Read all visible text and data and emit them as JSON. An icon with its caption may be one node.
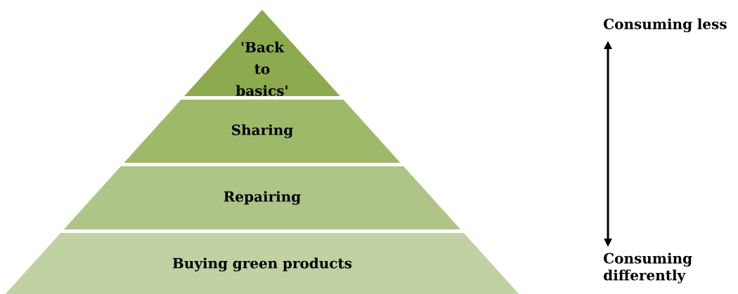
{
  "diagram": {
    "nodes": [
      {
        "text": [
          "'Back to basics'"
        ]
      },
      {
        "text": [
          "Sharing"
        ]
      },
      {
        "text": [
          "Repairing"
        ]
      },
      {
        "text": [
          "Buying green products"
        ]
      },
      {
        "text": [
          "Consuming less"
        ]
      },
      {
        "text": [
          "Consuming differently"
        ]
      }
    ],
    "edges": [
      {
        "from": 4,
        "to": 5,
        "arrow": "both"
      }
    ]
  }
}
